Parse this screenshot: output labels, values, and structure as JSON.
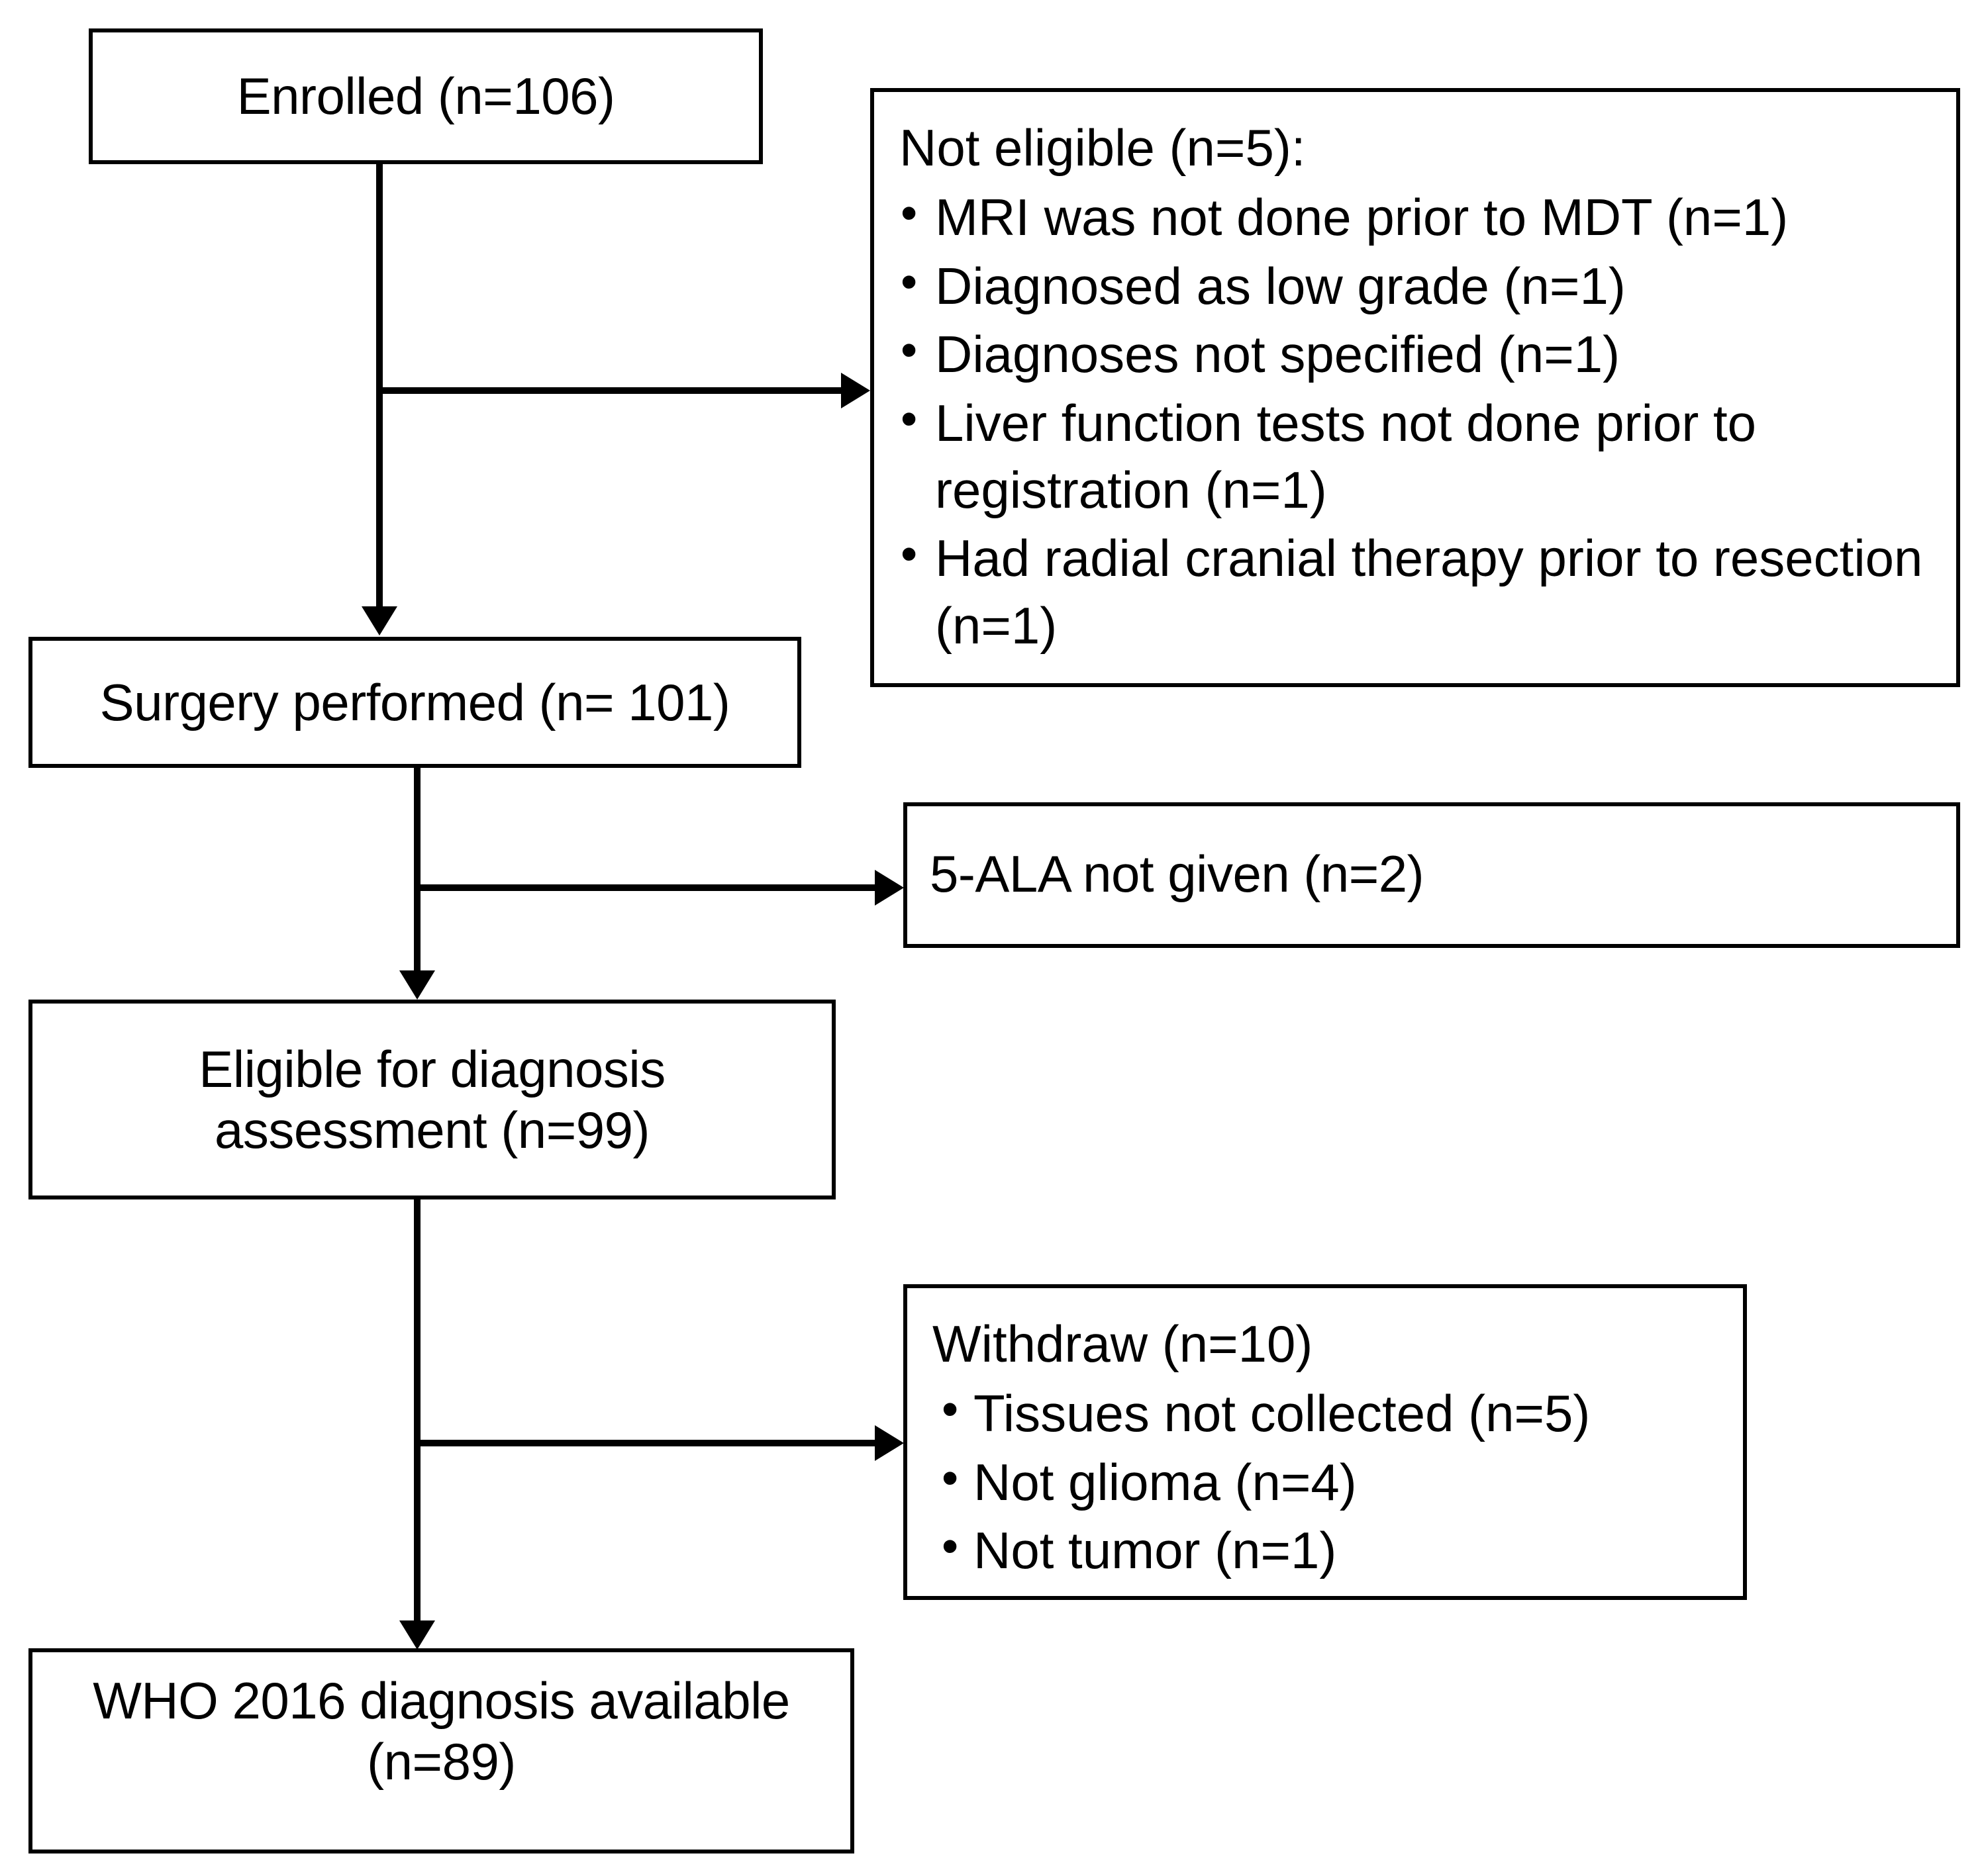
{
  "diagram": {
    "title": "Study enrollment and diagnosis flow diagram",
    "type": "flowchart",
    "colors": {
      "stroke": "#000000",
      "fill": "#ffffff",
      "text": "#000000"
    }
  },
  "nodes": {
    "enrolled": {
      "label": "Enrolled (n=106)",
      "count": 106
    },
    "not_eligible": {
      "title": "Not eligible (n=5):",
      "count": 5,
      "items": [
        "MRI was not done prior to MDT (n=1)",
        "Diagnosed as low grade (n=1)",
        "Diagnoses not specified (n=1)",
        "Liver function tests not done prior to registration (n=1)",
        "Had radial cranial therapy prior to resection (n=1)"
      ]
    },
    "surgery": {
      "label": "Surgery performed (n= 101)",
      "count": 101
    },
    "ala_not_given": {
      "label": "5-ALA not given (n=2)",
      "count": 2
    },
    "eligible": {
      "label": "Eligible for diagnosis\nassessment (n=99)",
      "count": 99
    },
    "withdraw": {
      "title": "Withdraw (n=10)",
      "count": 10,
      "items": [
        "Tissues not collected (n=5)",
        "Not glioma (n=4)",
        "Not tumor (n=1)"
      ]
    },
    "who_diagnosis": {
      "label": "WHO 2016 diagnosis available\n(n=89)",
      "count": 89
    }
  },
  "edges": [
    {
      "from": "enrolled",
      "to": "surgery",
      "kind": "down-arrow"
    },
    {
      "from": "enrolled",
      "to": "not_eligible",
      "kind": "right-arrow"
    },
    {
      "from": "surgery",
      "to": "eligible",
      "kind": "down-arrow"
    },
    {
      "from": "surgery",
      "to": "ala_not_given",
      "kind": "right-arrow"
    },
    {
      "from": "eligible",
      "to": "who_diagnosis",
      "kind": "down-arrow"
    },
    {
      "from": "eligible",
      "to": "withdraw",
      "kind": "right-arrow"
    }
  ]
}
